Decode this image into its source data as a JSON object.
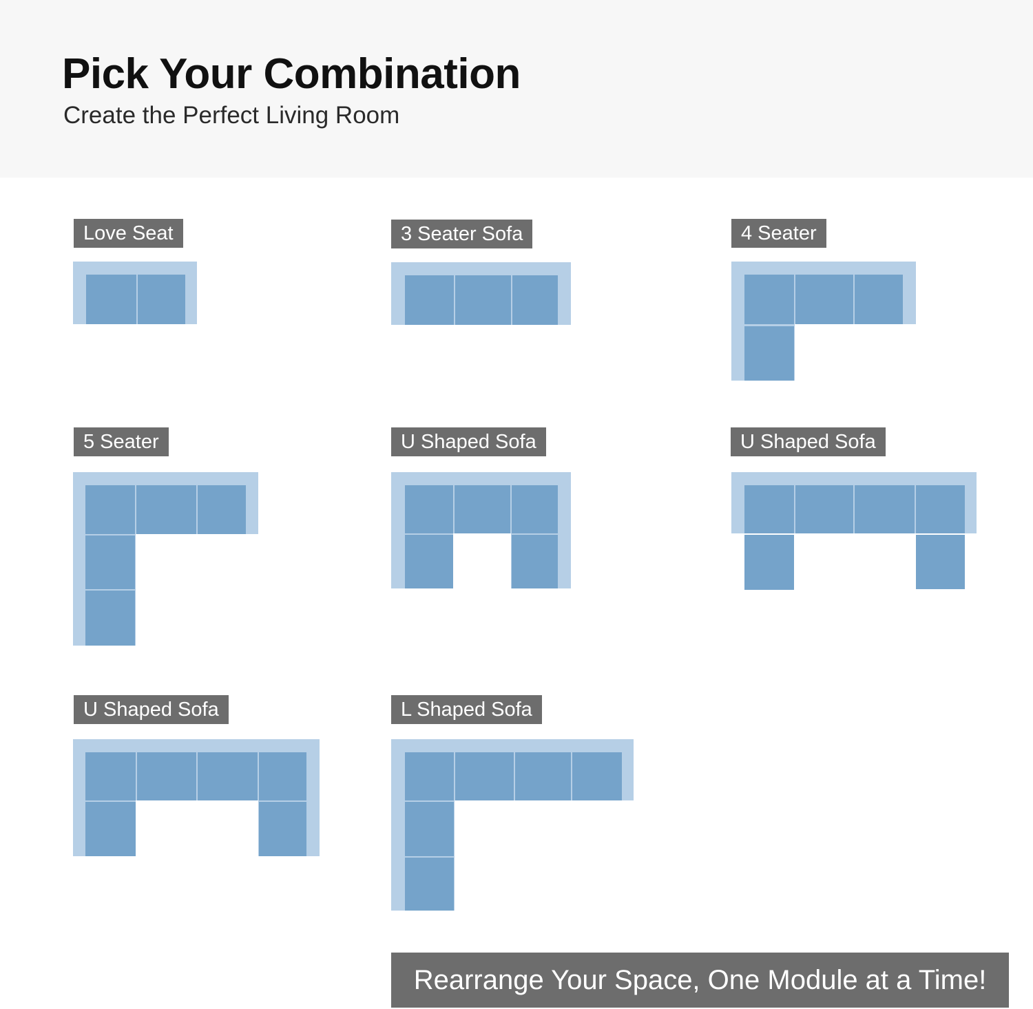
{
  "header": {
    "title": "Pick Your Combination",
    "subtitle": "Create the Perfect Living Room"
  },
  "configurations": [
    {
      "label": "Love Seat"
    },
    {
      "label": "3 Seater Sofa"
    },
    {
      "label": "4 Seater"
    },
    {
      "label": "5 Seater"
    },
    {
      "label": "U Shaped Sofa"
    },
    {
      "label": "U Shaped Sofa"
    },
    {
      "label": "U Shaped Sofa"
    },
    {
      "label": "L Shaped Sofa"
    }
  ],
  "footer": {
    "banner": "Rearrange Your Space, One Module at a Time!"
  },
  "colors": {
    "seat": "#75a3ca",
    "frame": "#b6cfe6",
    "label_bg": "#6d6d6d",
    "header_bg": "#f7f7f7"
  }
}
